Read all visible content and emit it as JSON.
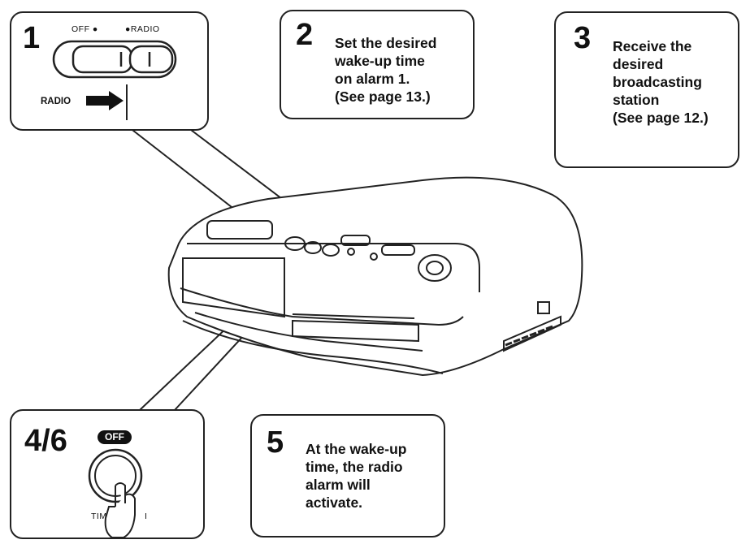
{
  "step1": {
    "number": "1",
    "switch_off_label": "OFF ●",
    "switch_radio_label": "●RADIO",
    "arrow_label": "RADIO"
  },
  "step2": {
    "number": "2",
    "text": "Set the desired\nwake-up time\non alarm 1.\n(See page 13.)"
  },
  "step3": {
    "number": "3",
    "text": "Receive the\ndesired\nbroadcasting\nstation\n(See page 12.)"
  },
  "step46": {
    "number": "4/6",
    "off_badge": "OFF",
    "button_label_left": "TIM",
    "button_label_right": "I"
  },
  "step5": {
    "number": "5",
    "text": "At the wake-up\ntime, the radio\nalarm will\nactivate."
  }
}
